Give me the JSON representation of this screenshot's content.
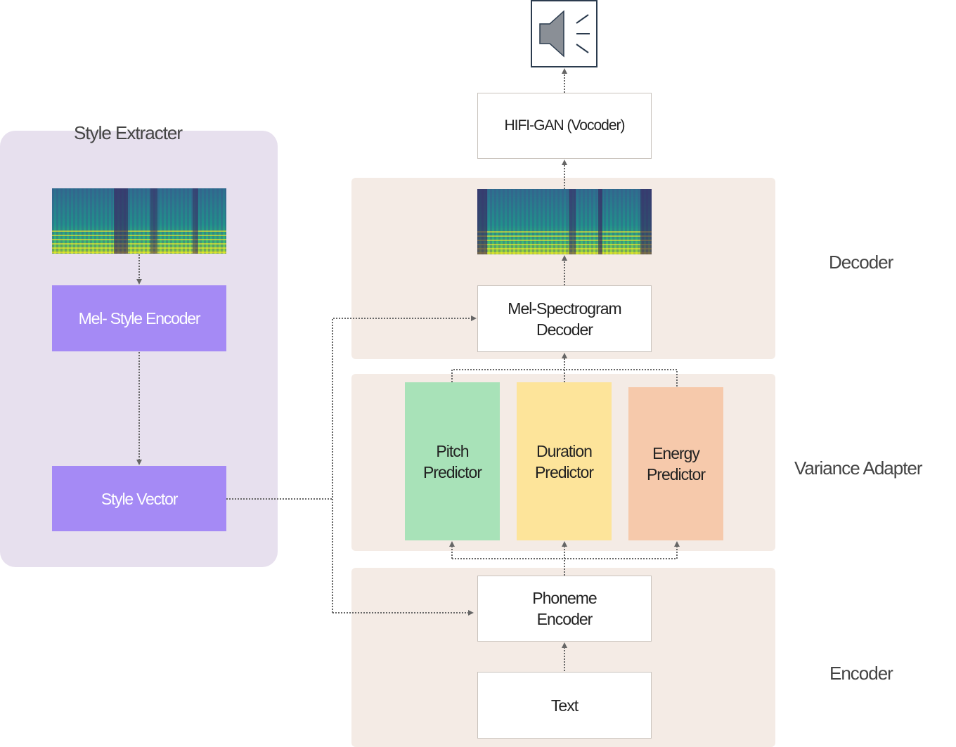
{
  "style_extracter": {
    "title": "Style Extracter",
    "mel_style_encoder": "Mel- Style Encoder",
    "style_vector": "Style Vector"
  },
  "output": {
    "speaker_icon": "speaker-icon",
    "vocoder": "HIFI-GAN (Vocoder)"
  },
  "decoder": {
    "label": "Decoder",
    "mel_decoder_line1": "Mel-Spectrogram",
    "mel_decoder_line2": "Decoder"
  },
  "variance_adapter": {
    "label": "Variance Adapter",
    "predictors": [
      {
        "line1": "Pitch",
        "line2": "Predictor",
        "color": "#a8e2b8"
      },
      {
        "line1": "Duration",
        "line2": "Predictor",
        "color": "#fde49a"
      },
      {
        "line1": "Energy",
        "line2": "Predictor",
        "color": "#f6c9ab"
      }
    ]
  },
  "encoder": {
    "label": "Encoder",
    "phoneme_line1": "Phoneme",
    "phoneme_line2": "Encoder",
    "text_input": "Text"
  },
  "colors": {
    "style_panel": "#e7e0ee",
    "section_panel": "#f4ebe5",
    "purple": "#a58af5",
    "arrow": "#666666",
    "speaker_border": "#2b3b4e"
  }
}
